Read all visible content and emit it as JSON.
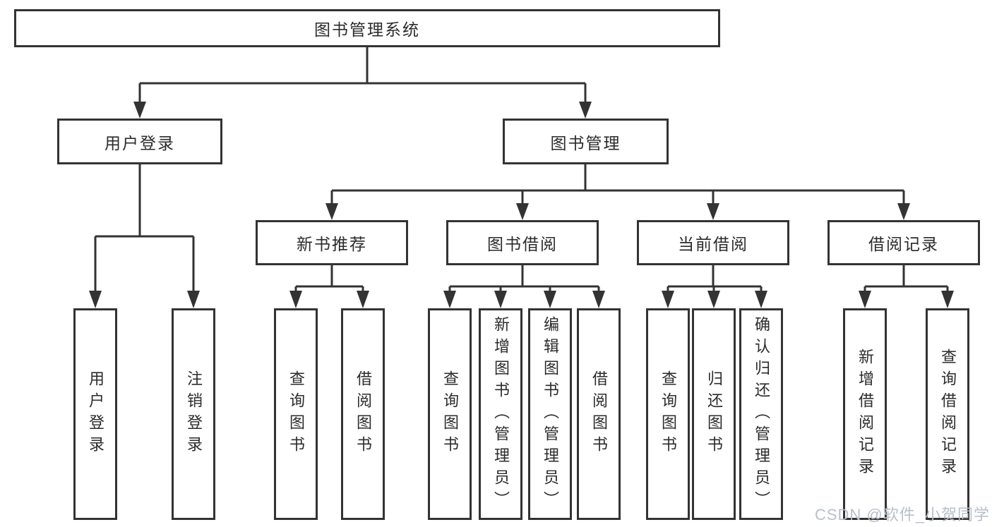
{
  "watermark": "CSDN @软件_小贺同学",
  "colors": {
    "line": "#333333",
    "text": "#2b2b2b",
    "box_background": "#ffffff",
    "watermark": "#b9bec8"
  },
  "tree": {
    "root": {
      "label": "图书管理系统"
    },
    "branches": [
      {
        "label": "用户登录",
        "leaves": [
          {
            "label": "用户登录"
          },
          {
            "label": "注销登录"
          }
        ]
      },
      {
        "label": "图书管理",
        "groups": [
          {
            "label": "新书推荐",
            "leaves": [
              {
                "label": "查询图书"
              },
              {
                "label": "借阅图书"
              }
            ]
          },
          {
            "label": "图书借阅",
            "leaves": [
              {
                "label": "查询图书"
              },
              {
                "label": "新增图书（管理员）"
              },
              {
                "label": "编辑图书（管理员）"
              },
              {
                "label": "借阅图书"
              }
            ]
          },
          {
            "label": "当前借阅",
            "leaves": [
              {
                "label": "查询图书"
              },
              {
                "label": "归还图书"
              },
              {
                "label": "确认归还（管理员）"
              }
            ]
          },
          {
            "label": "借阅记录",
            "leaves": [
              {
                "label": "新增借阅记录"
              },
              {
                "label": "查询借阅记录"
              }
            ]
          }
        ]
      }
    ]
  }
}
